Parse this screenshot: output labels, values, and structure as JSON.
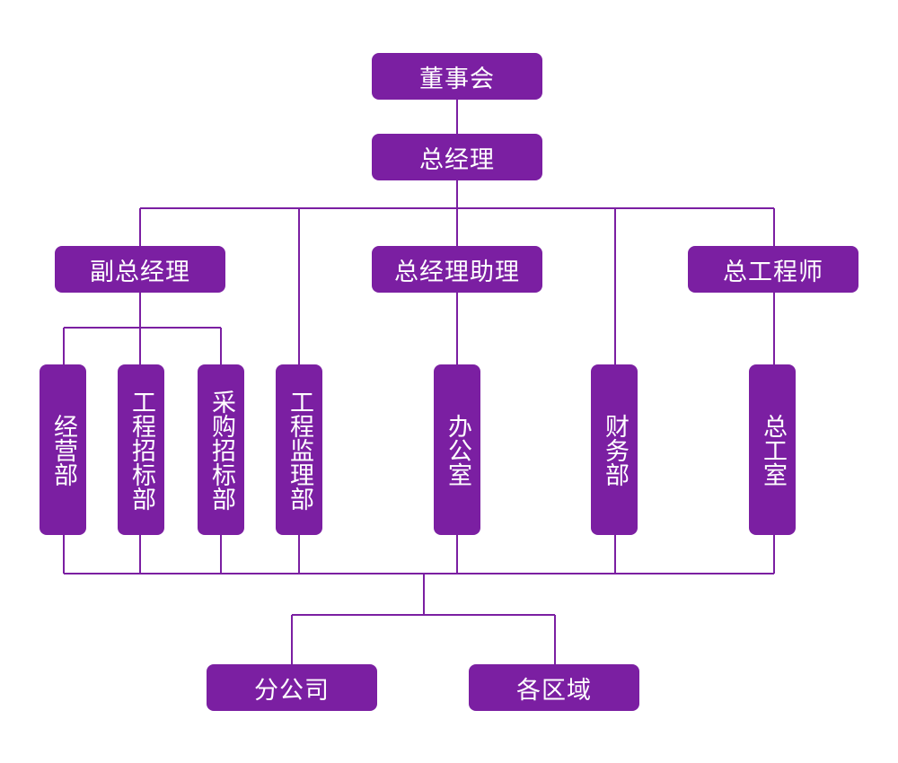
{
  "colors": {
    "node_fill": "#7b1fa2",
    "line": "#7b1fa2",
    "text": "#ffffff"
  },
  "nodes": {
    "board": "董事会",
    "general_manager": "总经理",
    "deputy_gm": "副总经理",
    "assistant_gm": "总经理助理",
    "chief_engineer": "总工程师",
    "operations_dept": "经营部",
    "engineering_bidding_dept": "工程招标部",
    "procurement_bidding_dept": "采购招标部",
    "engineering_supervision_dept": "工程监理部",
    "office": "办公室",
    "finance_dept": "财务部",
    "chief_engineer_office": "总工室",
    "branch_company": "分公司",
    "regions": "各区域"
  }
}
